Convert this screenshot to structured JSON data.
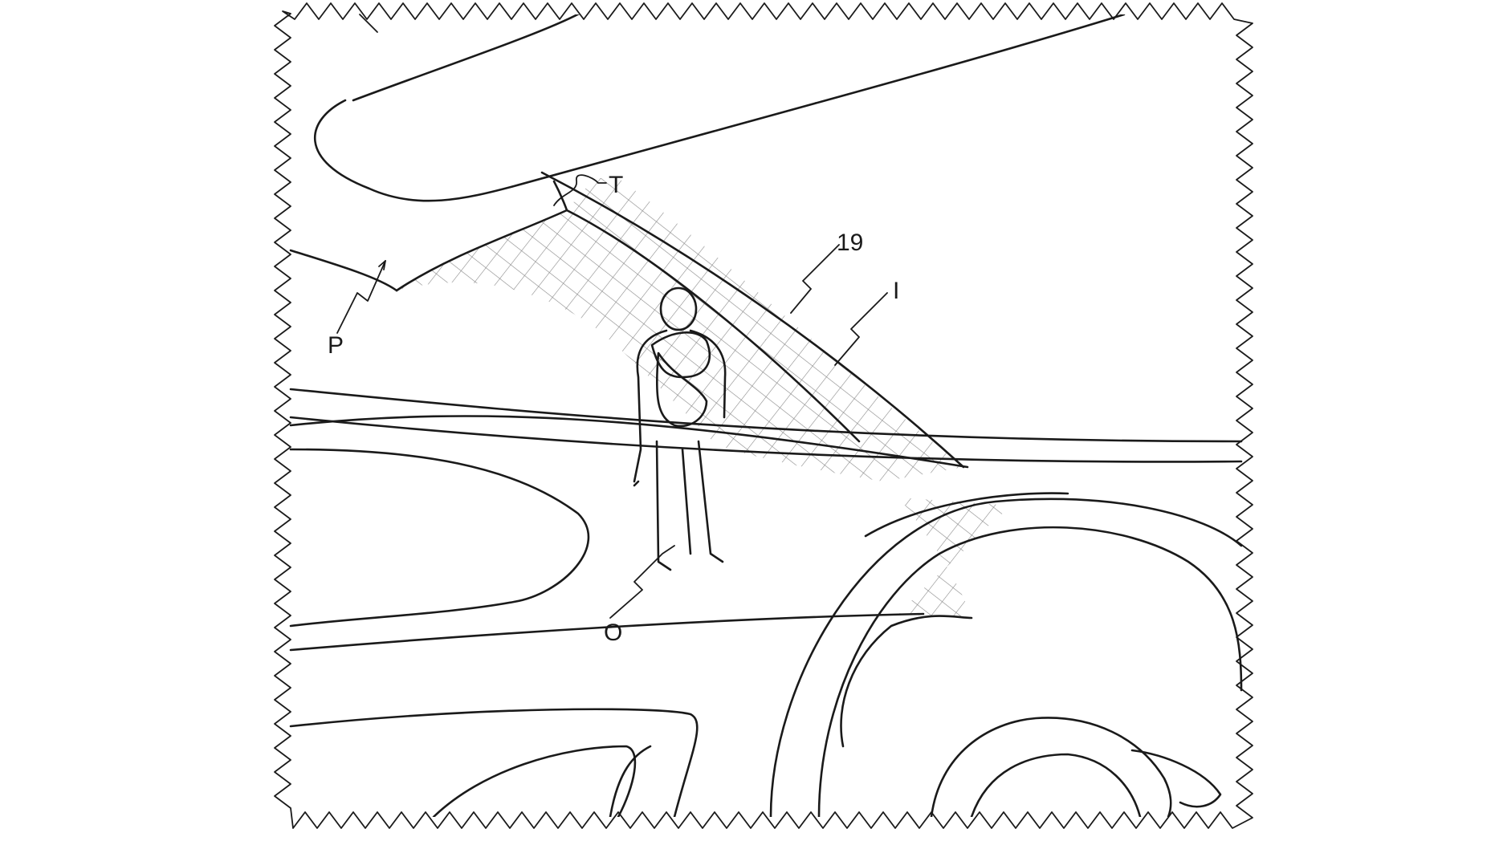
{
  "labels": {
    "pillar": "P",
    "display_top": "T",
    "pillar_edge": "19",
    "display_inner": "I",
    "pedestrian": "O"
  },
  "colors": {
    "line": "#1a1a1a",
    "hatch": "#8a8a8a",
    "background": "#ffffff"
  }
}
